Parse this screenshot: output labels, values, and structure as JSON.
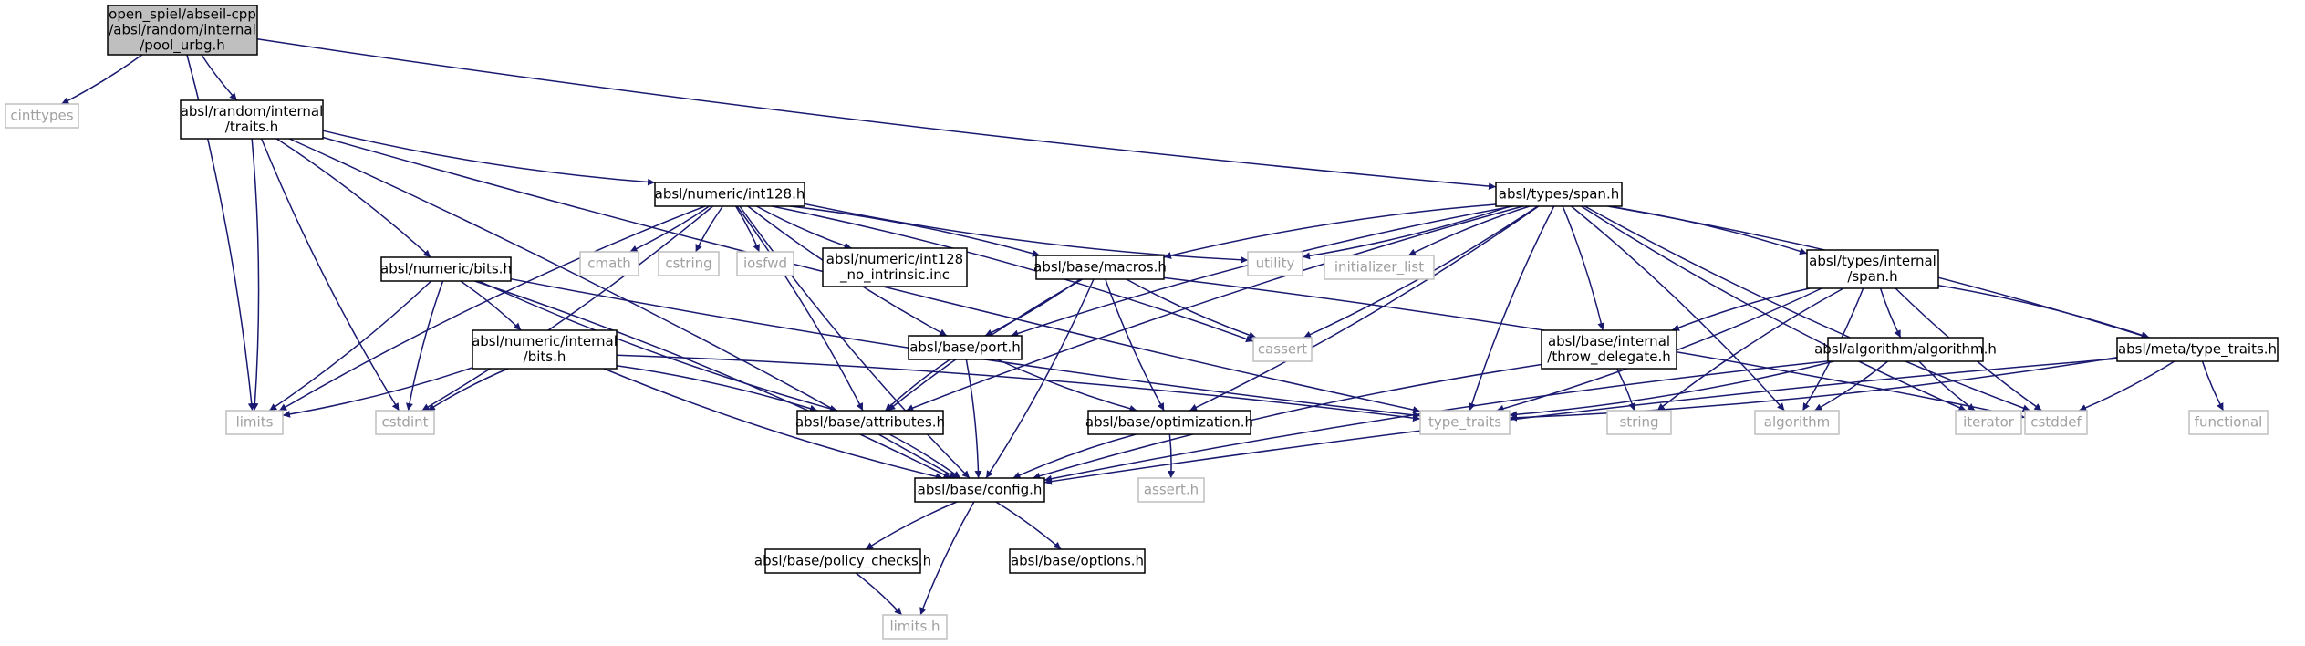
{
  "nodes": [
    {
      "id": "root",
      "lines": [
        "open_spiel/abseil-cpp",
        "/absl/random/internal",
        "/pool_urbg.h"
      ],
      "kind": "root"
    },
    {
      "id": "cinttypes",
      "lines": [
        "cinttypes"
      ],
      "kind": "ext"
    },
    {
      "id": "traits",
      "lines": [
        "absl/random/internal",
        "/traits.h"
      ],
      "kind": "file"
    },
    {
      "id": "limits",
      "lines": [
        "limits"
      ],
      "kind": "ext"
    },
    {
      "id": "span",
      "lines": [
        "absl/types/span.h"
      ],
      "kind": "file"
    },
    {
      "id": "int128",
      "lines": [
        "absl/numeric/int128.h"
      ],
      "kind": "file"
    },
    {
      "id": "bits",
      "lines": [
        "absl/numeric/bits.h"
      ],
      "kind": "file"
    },
    {
      "id": "cstdint",
      "lines": [
        "cstdint"
      ],
      "kind": "ext"
    },
    {
      "id": "config",
      "lines": [
        "absl/base/config.h"
      ],
      "kind": "file"
    },
    {
      "id": "type_traits",
      "lines": [
        "type_traits"
      ],
      "kind": "ext"
    },
    {
      "id": "cmath",
      "lines": [
        "cmath"
      ],
      "kind": "ext"
    },
    {
      "id": "cstring",
      "lines": [
        "cstring"
      ],
      "kind": "ext"
    },
    {
      "id": "iosfwd",
      "lines": [
        "iosfwd"
      ],
      "kind": "ext"
    },
    {
      "id": "int128inc",
      "lines": [
        "absl/numeric/int128",
        "_no_intrinsic.inc"
      ],
      "kind": "file"
    },
    {
      "id": "macros",
      "lines": [
        "absl/base/macros.h"
      ],
      "kind": "file"
    },
    {
      "id": "utility",
      "lines": [
        "utility"
      ],
      "kind": "ext"
    },
    {
      "id": "cassert",
      "lines": [
        "cassert"
      ],
      "kind": "ext"
    },
    {
      "id": "port",
      "lines": [
        "absl/base/port.h"
      ],
      "kind": "file"
    },
    {
      "id": "attributes",
      "lines": [
        "absl/base/attributes.h"
      ],
      "kind": "file"
    },
    {
      "id": "ibits",
      "lines": [
        "absl/numeric/internal",
        "/bits.h"
      ],
      "kind": "file"
    },
    {
      "id": "policy",
      "lines": [
        "absl/base/policy_checks.h"
      ],
      "kind": "file"
    },
    {
      "id": "options",
      "lines": [
        "absl/base/options.h"
      ],
      "kind": "file"
    },
    {
      "id": "limits_h",
      "lines": [
        "limits.h"
      ],
      "kind": "ext"
    },
    {
      "id": "optimization",
      "lines": [
        "absl/base/optimization.h"
      ],
      "kind": "file"
    },
    {
      "id": "cstddef",
      "lines": [
        "cstddef"
      ],
      "kind": "ext"
    },
    {
      "id": "assert_h",
      "lines": [
        "assert.h"
      ],
      "kind": "ext"
    },
    {
      "id": "init_list",
      "lines": [
        "initializer_list"
      ],
      "kind": "ext"
    },
    {
      "id": "ispan",
      "lines": [
        "absl/types/internal",
        "/span.h"
      ],
      "kind": "file"
    },
    {
      "id": "throw_delegate",
      "lines": [
        "absl/base/internal",
        "/throw_delegate.h"
      ],
      "kind": "file"
    },
    {
      "id": "algorithm",
      "lines": [
        "algorithm"
      ],
      "kind": "ext"
    },
    {
      "id": "iterator",
      "lines": [
        "iterator"
      ],
      "kind": "ext"
    },
    {
      "id": "meta_tt",
      "lines": [
        "absl/meta/type_traits.h"
      ],
      "kind": "file"
    },
    {
      "id": "string",
      "lines": [
        "string"
      ],
      "kind": "ext"
    },
    {
      "id": "algo_h",
      "lines": [
        "absl/algorithm/algorithm.h"
      ],
      "kind": "file"
    },
    {
      "id": "functional",
      "lines": [
        "functional"
      ],
      "kind": "ext"
    }
  ],
  "edges": [
    [
      "root",
      "cinttypes"
    ],
    [
      "root",
      "traits"
    ],
    [
      "root",
      "limits"
    ],
    [
      "root",
      "span"
    ],
    [
      "traits",
      "limits"
    ],
    [
      "traits",
      "int128"
    ],
    [
      "traits",
      "bits"
    ],
    [
      "traits",
      "cstdint"
    ],
    [
      "traits",
      "config"
    ],
    [
      "traits",
      "type_traits"
    ],
    [
      "int128",
      "cmath"
    ],
    [
      "int128",
      "cstring"
    ],
    [
      "int128",
      "iosfwd"
    ],
    [
      "int128",
      "int128inc"
    ],
    [
      "int128",
      "macros"
    ],
    [
      "int128",
      "utility"
    ],
    [
      "int128",
      "cassert"
    ],
    [
      "int128",
      "port"
    ],
    [
      "int128",
      "attributes"
    ],
    [
      "int128",
      "limits"
    ],
    [
      "int128",
      "cstdint"
    ],
    [
      "int128",
      "config"
    ],
    [
      "bits",
      "limits"
    ],
    [
      "bits",
      "cstdint"
    ],
    [
      "bits",
      "ibits"
    ],
    [
      "bits",
      "attributes"
    ],
    [
      "bits",
      "config"
    ],
    [
      "bits",
      "type_traits"
    ],
    [
      "ibits",
      "limits"
    ],
    [
      "ibits",
      "cstdint"
    ],
    [
      "ibits",
      "attributes"
    ],
    [
      "ibits",
      "config"
    ],
    [
      "ibits",
      "type_traits"
    ],
    [
      "macros",
      "cassert"
    ],
    [
      "macros",
      "port"
    ],
    [
      "macros",
      "attributes"
    ],
    [
      "macros",
      "config"
    ],
    [
      "macros",
      "optimization"
    ],
    [
      "macros",
      "cstddef"
    ],
    [
      "port",
      "attributes"
    ],
    [
      "port",
      "config"
    ],
    [
      "port",
      "optimization"
    ],
    [
      "attributes",
      "config"
    ],
    [
      "optimization",
      "config"
    ],
    [
      "optimization",
      "assert_h"
    ],
    [
      "config",
      "policy"
    ],
    [
      "config",
      "options"
    ],
    [
      "config",
      "limits_h"
    ],
    [
      "policy",
      "limits_h"
    ],
    [
      "span",
      "macros"
    ],
    [
      "span",
      "utility"
    ],
    [
      "span",
      "init_list"
    ],
    [
      "span",
      "ispan"
    ],
    [
      "span",
      "port"
    ],
    [
      "span",
      "cassert"
    ],
    [
      "span",
      "attributes"
    ],
    [
      "span",
      "throw_delegate"
    ],
    [
      "span",
      "type_traits"
    ],
    [
      "span",
      "algorithm"
    ],
    [
      "span",
      "iterator"
    ],
    [
      "span",
      "meta_tt"
    ],
    [
      "span",
      "cstddef"
    ],
    [
      "span",
      "optimization"
    ],
    [
      "ispan",
      "algo_h"
    ],
    [
      "ispan",
      "meta_tt"
    ],
    [
      "ispan",
      "throw_delegate"
    ],
    [
      "ispan",
      "type_traits"
    ],
    [
      "ispan",
      "string"
    ],
    [
      "ispan",
      "algorithm"
    ],
    [
      "ispan",
      "cstddef"
    ],
    [
      "throw_delegate",
      "string"
    ],
    [
      "throw_delegate",
      "config"
    ],
    [
      "algo_h",
      "algorithm"
    ],
    [
      "algo_h",
      "iterator"
    ],
    [
      "algo_h",
      "type_traits"
    ],
    [
      "algo_h",
      "config"
    ],
    [
      "meta_tt",
      "cstddef"
    ],
    [
      "meta_tt",
      "functional"
    ],
    [
      "meta_tt",
      "type_traits"
    ],
    [
      "meta_tt",
      "config"
    ]
  ],
  "colors": {
    "edge": "#191970",
    "node_border": "#000000",
    "ext_border": "#bfbfbf",
    "root_fill": "#bfbfbf",
    "ext_text": "#a0a0a0"
  }
}
